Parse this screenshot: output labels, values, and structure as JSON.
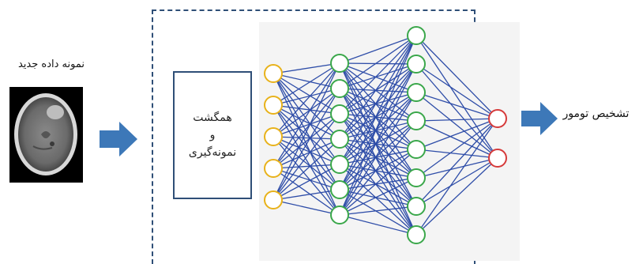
{
  "input_label": "نمونه داده جدید",
  "process_box": {
    "line1": "همگشت",
    "line2": "و",
    "line3": "نمونه‌گیری"
  },
  "output_label": "تشخیص تومور",
  "network": {
    "layers": [
      5,
      7,
      8,
      2
    ],
    "layer_colors": [
      "#e8b21a",
      "#3aa74a",
      "#3aa74a",
      "#d63a3a"
    ],
    "edge_color": "#2e4da8"
  },
  "colors": {
    "arrow": "#3d78b8",
    "dashed_border": "#2f4f77"
  }
}
